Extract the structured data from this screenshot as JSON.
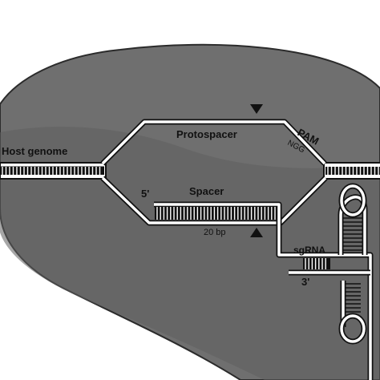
{
  "labels": {
    "host_genome": "Host genome",
    "protospacer": "Protospacer",
    "pam": "PAM",
    "ngg": "NGG",
    "five_prime": "5'",
    "spacer": "Spacer",
    "bp": "20 bp",
    "sgrna": "sgRNA",
    "three_prime": "3'"
  },
  "colors": {
    "protein_body": "#6f6f6f",
    "protein_shadow": "#5f5f5f",
    "strand": "#ffffff",
    "outline": "#111111"
  }
}
